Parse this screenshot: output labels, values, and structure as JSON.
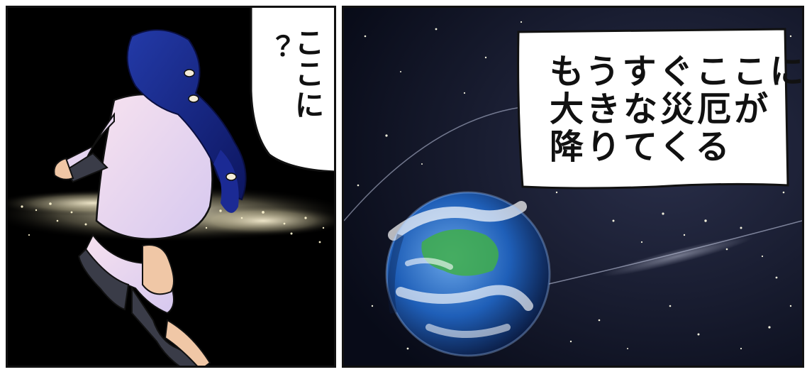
{
  "panels": {
    "left": {
      "bubble": {
        "text": "ここに",
        "mark": "？"
      }
    },
    "right": {
      "caption": {
        "lines": [
          "もうすぐここに",
          "大きな災厄が",
          "降りてくる"
        ]
      }
    }
  },
  "colors": {
    "border": "#111111",
    "night_sky": "#000000",
    "space": "#0b0f1e",
    "hair": "#1f2f9a",
    "pajama": "#f3d8ea",
    "ocean": "#1f5fb8",
    "land": "#3fae4a",
    "city_lights": "#e9e2c6"
  }
}
